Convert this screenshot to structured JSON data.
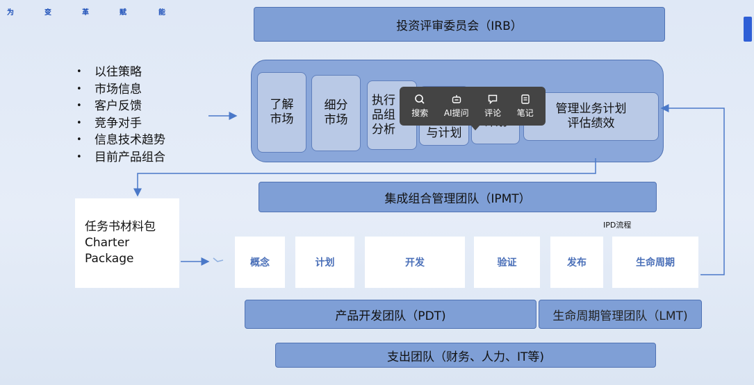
{
  "header": {
    "chars": [
      "为",
      "变",
      "革",
      "赋",
      "能"
    ]
  },
  "irb": {
    "label": "投资评审委员会（IRB）"
  },
  "inputs": {
    "items": [
      "以往策略",
      "市场信息",
      "客户反馈",
      "竞争对手",
      "信息技术趋势",
      "目前产品组合"
    ]
  },
  "market_management": {
    "steps": [
      "了解\n市场",
      "细分\n市场",
      "执行\n品组\n分析",
      "与计划",
      "计划",
      "管理业务计划\n评估绩效"
    ]
  },
  "ipmt": {
    "label": "集成组合管理团队（IPMT）"
  },
  "charter": {
    "lines": "任务书材料包\nCharter\nPackage"
  },
  "ipd": {
    "caption": "IPD流程",
    "phases": [
      "概念",
      "计划",
      "开发",
      "验证",
      "发布",
      "生命周期"
    ]
  },
  "pdt": {
    "label": "产品开发团队（PDT)"
  },
  "lmt": {
    "label": "生命周期管理团队（LMT)"
  },
  "support": {
    "label": "支出团队（财务、人力、IT等)"
  },
  "toolbar": {
    "items": [
      {
        "icon": "search-icon",
        "label": "搜索"
      },
      {
        "icon": "ai-robot-icon",
        "label": "AI提问"
      },
      {
        "icon": "comment-icon",
        "label": "评论"
      },
      {
        "icon": "note-icon",
        "label": "笔记"
      }
    ]
  },
  "colors": {
    "bar_fill": "#7f9fd6",
    "bar_border": "#4f72b4",
    "phase_text": "#4a6fb8",
    "arrow": "#4a78c8"
  }
}
